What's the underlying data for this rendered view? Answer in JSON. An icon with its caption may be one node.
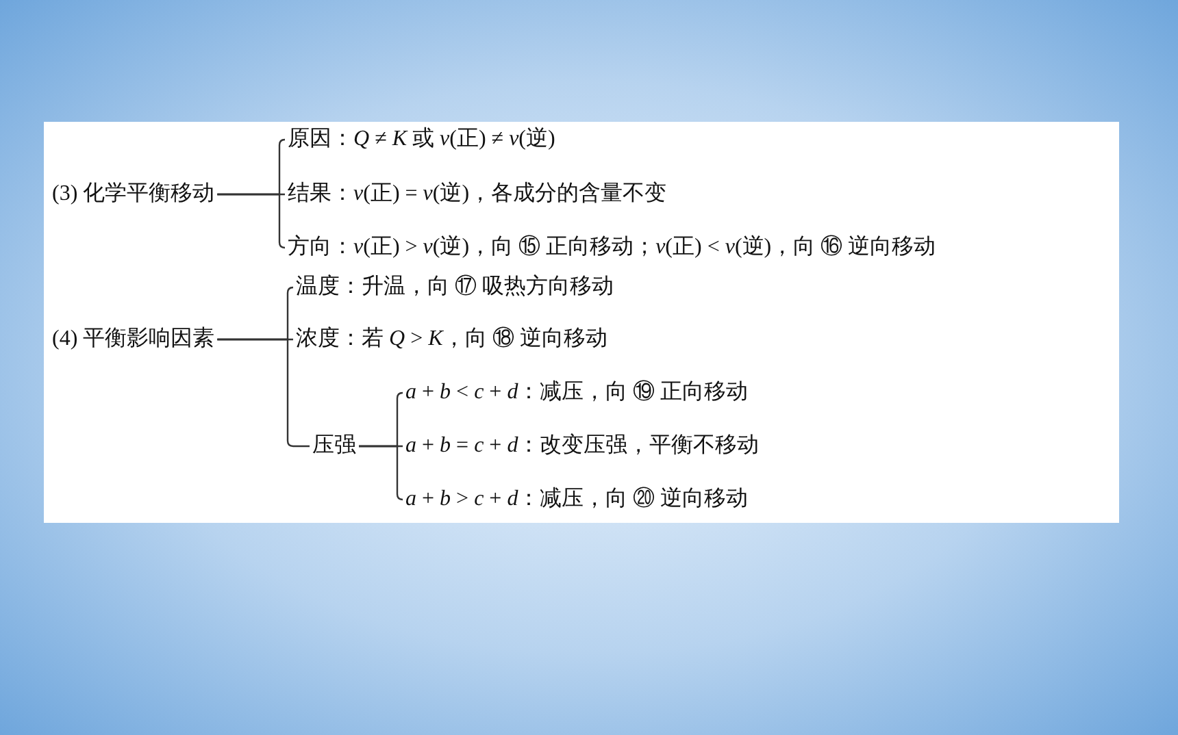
{
  "diagram": {
    "nodes": [
      {
        "text": [
          "(3) 化学平衡移动"
        ]
      },
      {
        "text": [
          "原因：*Q* ≠ *K* 或 *v*(正) ≠ *v*(逆)"
        ]
      },
      {
        "text": [
          "结果：*v*(正) = *v*(逆)，各成分的含量不变"
        ]
      },
      {
        "text": [
          "方向：*v*(正) > *v*(逆)，向 ⑮ 正向移动；*v*(正) < *v*(逆)，向 ⑯ 逆向移动"
        ]
      },
      {
        "text": [
          "(4) 平衡影响因素"
        ]
      },
      {
        "text": [
          "温度：升温，向 ⑰ 吸热方向移动"
        ]
      },
      {
        "text": [
          "浓度：若 *Q* > *K*，向 ⑱ 逆向移动"
        ]
      },
      {
        "text": [
          "压强"
        ]
      },
      {
        "text": [
          "*a* + *b* < *c* + *d*：减压，向 ⑲ 正向移动"
        ]
      },
      {
        "text": [
          "*a* + *b* = *c* + *d*：改变压强，平衡不移动"
        ]
      },
      {
        "text": [
          "*a* + *b* > *c* + *d*：减压，向 ⑳ 逆向移动"
        ]
      }
    ],
    "edges": [
      {
        "from": 0,
        "to": 1,
        "arrow": "none"
      },
      {
        "from": 0,
        "to": 2,
        "arrow": "none"
      },
      {
        "from": 0,
        "to": 3,
        "arrow": "none"
      },
      {
        "from": 4,
        "to": 5,
        "arrow": "none"
      },
      {
        "from": 4,
        "to": 6,
        "arrow": "none"
      },
      {
        "from": 4,
        "to": 7,
        "arrow": "none"
      },
      {
        "from": 7,
        "to": 8,
        "arrow": "none"
      },
      {
        "from": 7,
        "to": 9,
        "arrow": "none"
      },
      {
        "from": 7,
        "to": 10,
        "arrow": "none"
      }
    ]
  }
}
